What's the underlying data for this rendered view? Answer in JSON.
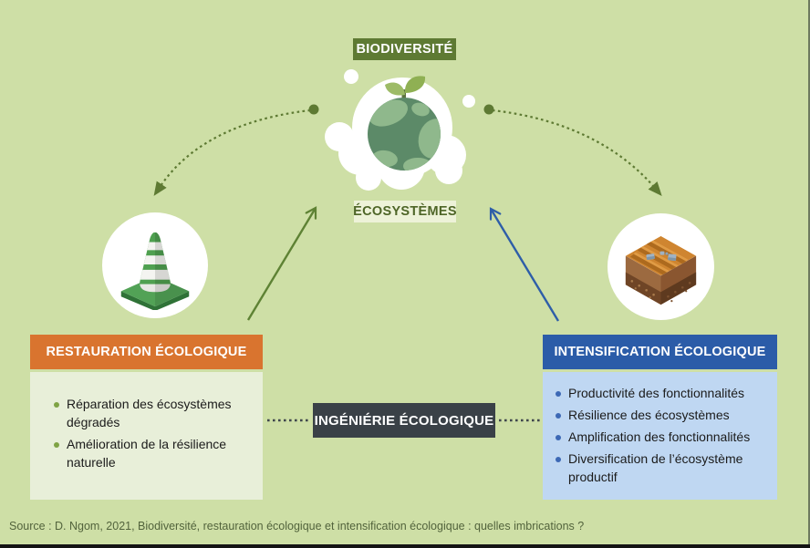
{
  "colors": {
    "background": "#CEDFA6",
    "dark_green_badge": "#5E7A33",
    "light_green_badge": "#EDF2D8",
    "orange_header": "#D9742F",
    "blue_header": "#2B5CA8",
    "light_blue_body": "#BFD7F2",
    "light_green_body": "#E8EFD9",
    "charcoal_box": "#3A4147",
    "arrow_green": "#5E8234",
    "arrow_blue": "#2E5EA8"
  },
  "nodes": {
    "biodiversite_label": "BIODIVERSITÉ",
    "ecosystemes_label": "ÉCOSYSTÈMES",
    "ingenierie_label": "INGÉNIÉRIE ÉCOLOGIQUE"
  },
  "icons": {
    "globe": "globe-with-sprout",
    "cone": "traffic-cone",
    "soil": "soil-block"
  },
  "left_panel": {
    "title": "RESTAURATION ÉCOLOGIQUE",
    "items": [
      "Réparation des écosystèmes dégradés",
      "Amélioration de la résilience naturelle"
    ]
  },
  "right_panel": {
    "title": "INTENSIFICATION ÉCOLOGIQUE",
    "items": [
      "Productivité des fonctionnalités",
      "Résilience des écosystèmes",
      "Amplification des fonctionnalités",
      "Diversification de l’écosystème productif"
    ]
  },
  "footer": {
    "source": "Source : D. Ngom, 2021, Biodiversité, restauration écologique et intensification écologique : quelles imbrications ?"
  }
}
